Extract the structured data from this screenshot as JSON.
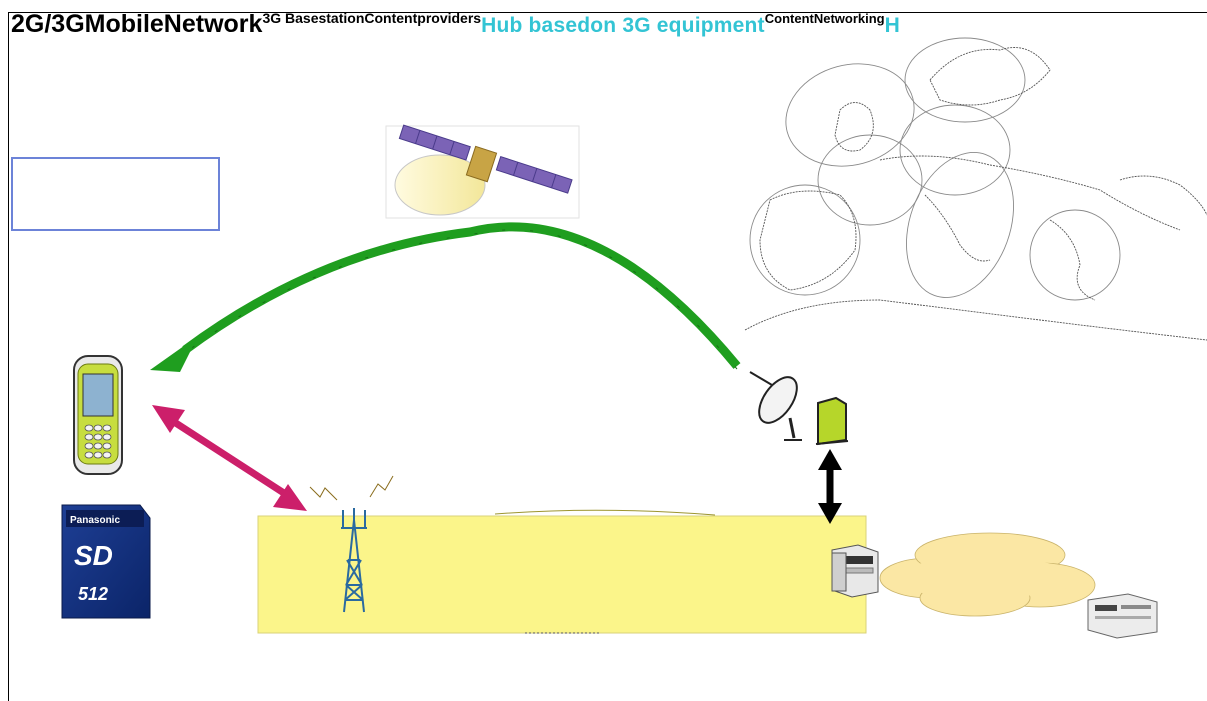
{
  "title": {
    "main": "2G/3GMobileNetwork",
    "basestation": "3G Basestation",
    "providers": "Contentproviders",
    "hub": "Hub basedon 3G equipment",
    "networking": "ContentNetworking",
    "trailing": "H"
  },
  "sd_card": {
    "brand": "Panasonic",
    "logo": "SD",
    "capacity": "512"
  },
  "colors": {
    "downlink_arrow": "#1f9e1f",
    "uplink_arrow": "#cc1f6a",
    "network_area": "#fbf58a",
    "cloud": "#fbe7a4",
    "accent_text": "#33c4d4",
    "terminal": "#b6d62a"
  },
  "icons": [
    "satellite-icon",
    "europe-coverage-map",
    "mobile-phone-icon",
    "sd-card-icon",
    "base-station-tower-icon",
    "satellite-dish-icon",
    "terminal-unit-icon",
    "server-icon",
    "content-server-icon",
    "cloud-network"
  ]
}
